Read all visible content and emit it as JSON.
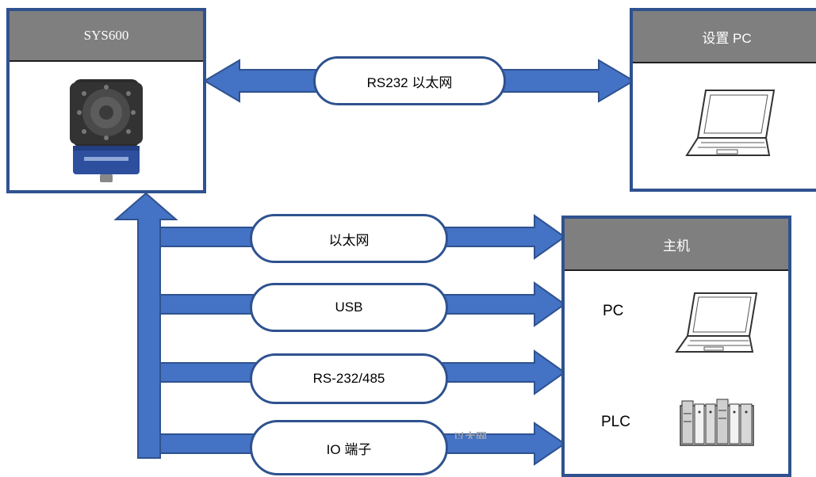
{
  "device_box": {
    "title": "SYS600"
  },
  "setup_pc_box": {
    "title": "设置 PC"
  },
  "host_box": {
    "title": "主机",
    "items": [
      {
        "label": "PC",
        "icon": "laptop-icon"
      },
      {
        "label": "PLC",
        "icon": "plc-rack-icon"
      }
    ]
  },
  "top_link": {
    "label": "RS232 以太网"
  },
  "links": [
    {
      "label": "以太网"
    },
    {
      "label": "USB"
    },
    {
      "label": "RS-232/485"
    },
    {
      "label": "IO 端子"
    }
  ],
  "stray_text": "以太网",
  "colors": {
    "border": "#2f528f",
    "arrow": "#4472c4",
    "header": "#7f7f7f"
  }
}
